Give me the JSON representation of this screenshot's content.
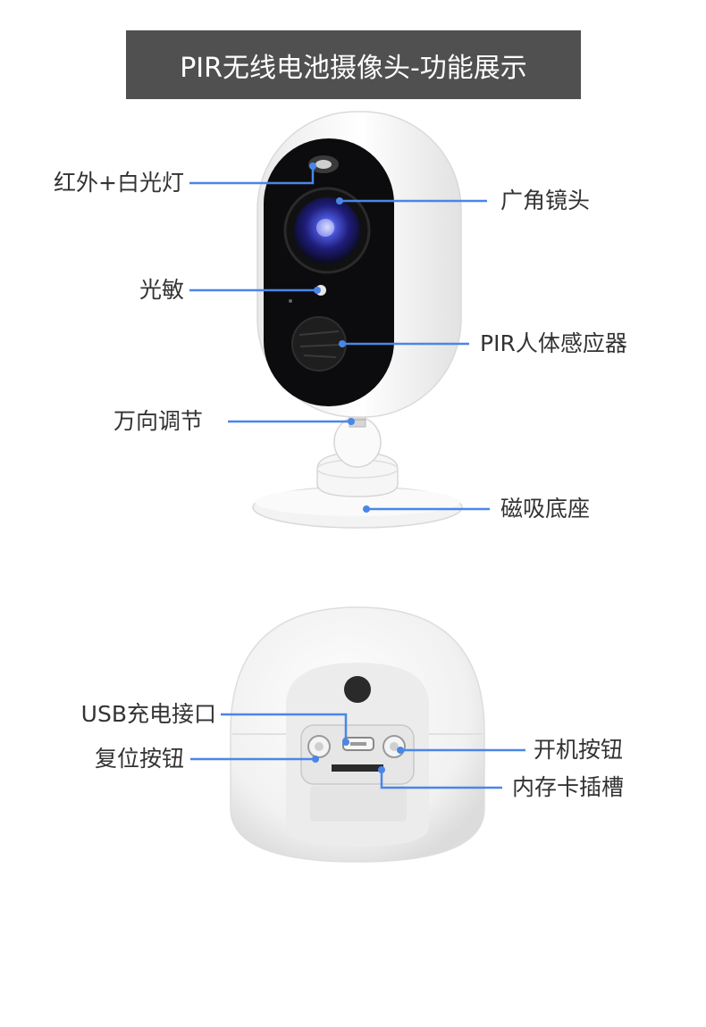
{
  "title": "PIR无线电池摄像头-功能展示",
  "front_labels": {
    "ir_light": "红外+白光灯",
    "wide_lens": "广角镜头",
    "light_sensor": "光敏",
    "pir_sensor": "PIR人体感应器",
    "swivel": "万向调节",
    "magnetic_base": "磁吸底座"
  },
  "back_labels": {
    "usb_port": "USB充电接口",
    "reset_button": "复位按钮",
    "power_button": "开机按钮",
    "sd_slot": "内存卡插槽"
  },
  "colors": {
    "title_bg": "#505050",
    "callout": "#4a86e8",
    "text": "#333333"
  }
}
